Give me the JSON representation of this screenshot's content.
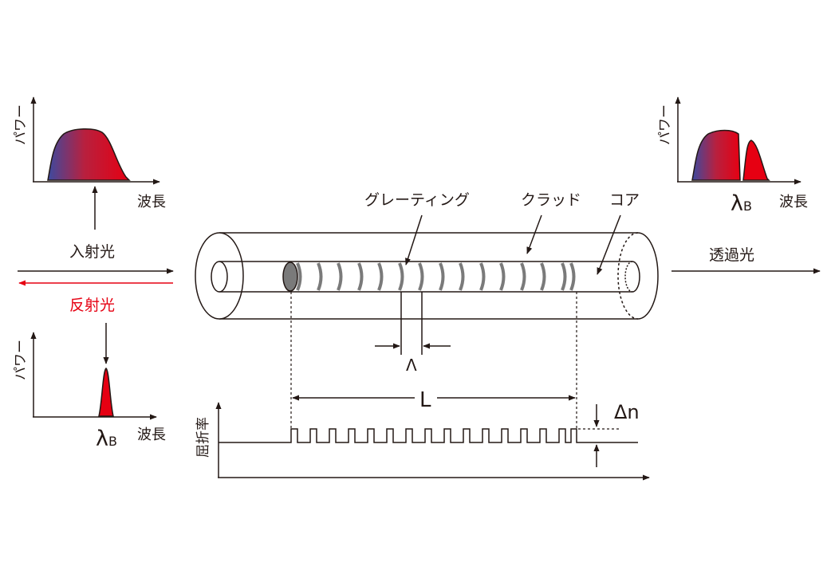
{
  "labels": {
    "incident_light": "入射光",
    "reflected_light": "反射光",
    "transmitted_light": "透過光",
    "grating": "グレーティング",
    "cladding": "クラッド",
    "core": "コア",
    "grating_period": "Λ",
    "grating_length": "L",
    "refractive_index": "屈折率",
    "index_change": "Δn"
  },
  "spectra": {
    "incident": {
      "y_axis": "パワー",
      "x_axis": "波長"
    },
    "reflected": {
      "y_axis": "パワー",
      "x_axis": "波長",
      "peak": "λ",
      "peak_sub": "B"
    },
    "transmitted": {
      "y_axis": "パワー",
      "x_axis": "波長",
      "notch": "λ",
      "notch_sub": "B"
    }
  },
  "colors": {
    "line": "#231815",
    "reflected_arrow": "#e60012",
    "reflected_text": "#e60012",
    "spectrum_red": "#e60012",
    "spectrum_blue": "#3c4aa0",
    "grating_fringe": "#7a7a7a"
  }
}
